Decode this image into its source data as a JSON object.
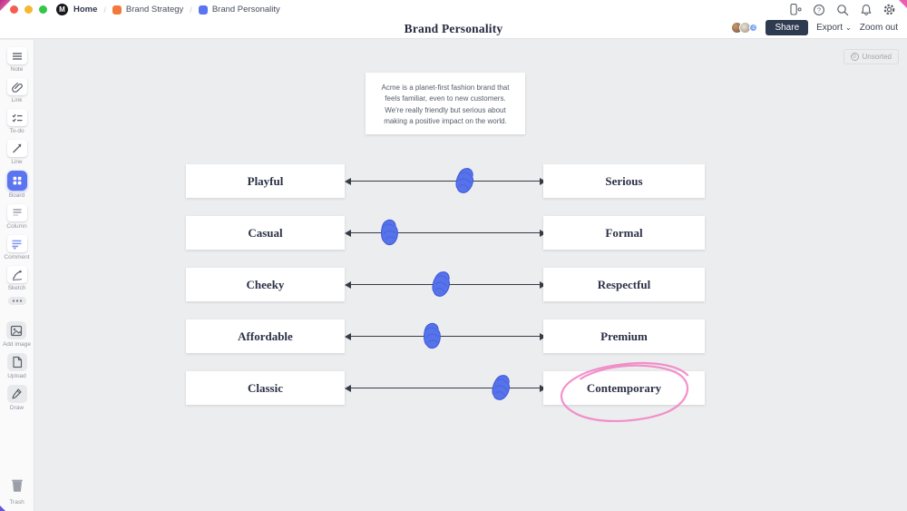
{
  "titlebar": {
    "logo_letter": "M",
    "home_label": "Home",
    "separator": "/",
    "breadcrumbs": [
      {
        "label": "Brand Strategy",
        "color": "#F2793B"
      },
      {
        "label": "Brand Personality",
        "color": "#5B74F0"
      }
    ]
  },
  "header": {
    "title": "Brand Personality",
    "collaborator_badge": "c",
    "share_label": "Share",
    "export_label": "Export",
    "export_caret": "⌄",
    "zoom_out_label": "Zoom out"
  },
  "sidebar": {
    "tools": [
      {
        "id": "note",
        "label": "Note"
      },
      {
        "id": "link",
        "label": "Link"
      },
      {
        "id": "todo",
        "label": "To-do"
      },
      {
        "id": "line",
        "label": "Line"
      },
      {
        "id": "board",
        "label": "Board",
        "selected": true
      },
      {
        "id": "column",
        "label": "Column"
      },
      {
        "id": "comment",
        "label": "Comment"
      },
      {
        "id": "sketch",
        "label": "Sketch"
      },
      {
        "id": "more",
        "label": ""
      }
    ],
    "media_tools": [
      {
        "id": "add-image",
        "label": "Add image"
      },
      {
        "id": "upload",
        "label": "Upload"
      },
      {
        "id": "draw",
        "label": "Draw"
      }
    ],
    "trash_label": "Trash"
  },
  "canvas": {
    "unsorted_count": "0",
    "unsorted_label": "Unsorted",
    "note_text": "Acme is a planet-first fashion brand that feels familiar, even to new customers. We're really friendly but serious about making a positive impact on the world.",
    "marker_color": "#5673EA",
    "marker_stroke": "#3c55d8",
    "annotation_color": "#F27EC2",
    "scales": [
      {
        "left": "Playful",
        "right": "Serious",
        "marker": 0.6
      },
      {
        "left": "Casual",
        "right": "Formal",
        "marker": 0.21
      },
      {
        "left": "Cheeky",
        "right": "Respectful",
        "marker": 0.48
      },
      {
        "left": "Affordable",
        "right": "Premium",
        "marker": 0.43
      },
      {
        "left": "Classic",
        "right": "Contemporary",
        "marker": 0.79,
        "annotated": "right"
      }
    ]
  }
}
